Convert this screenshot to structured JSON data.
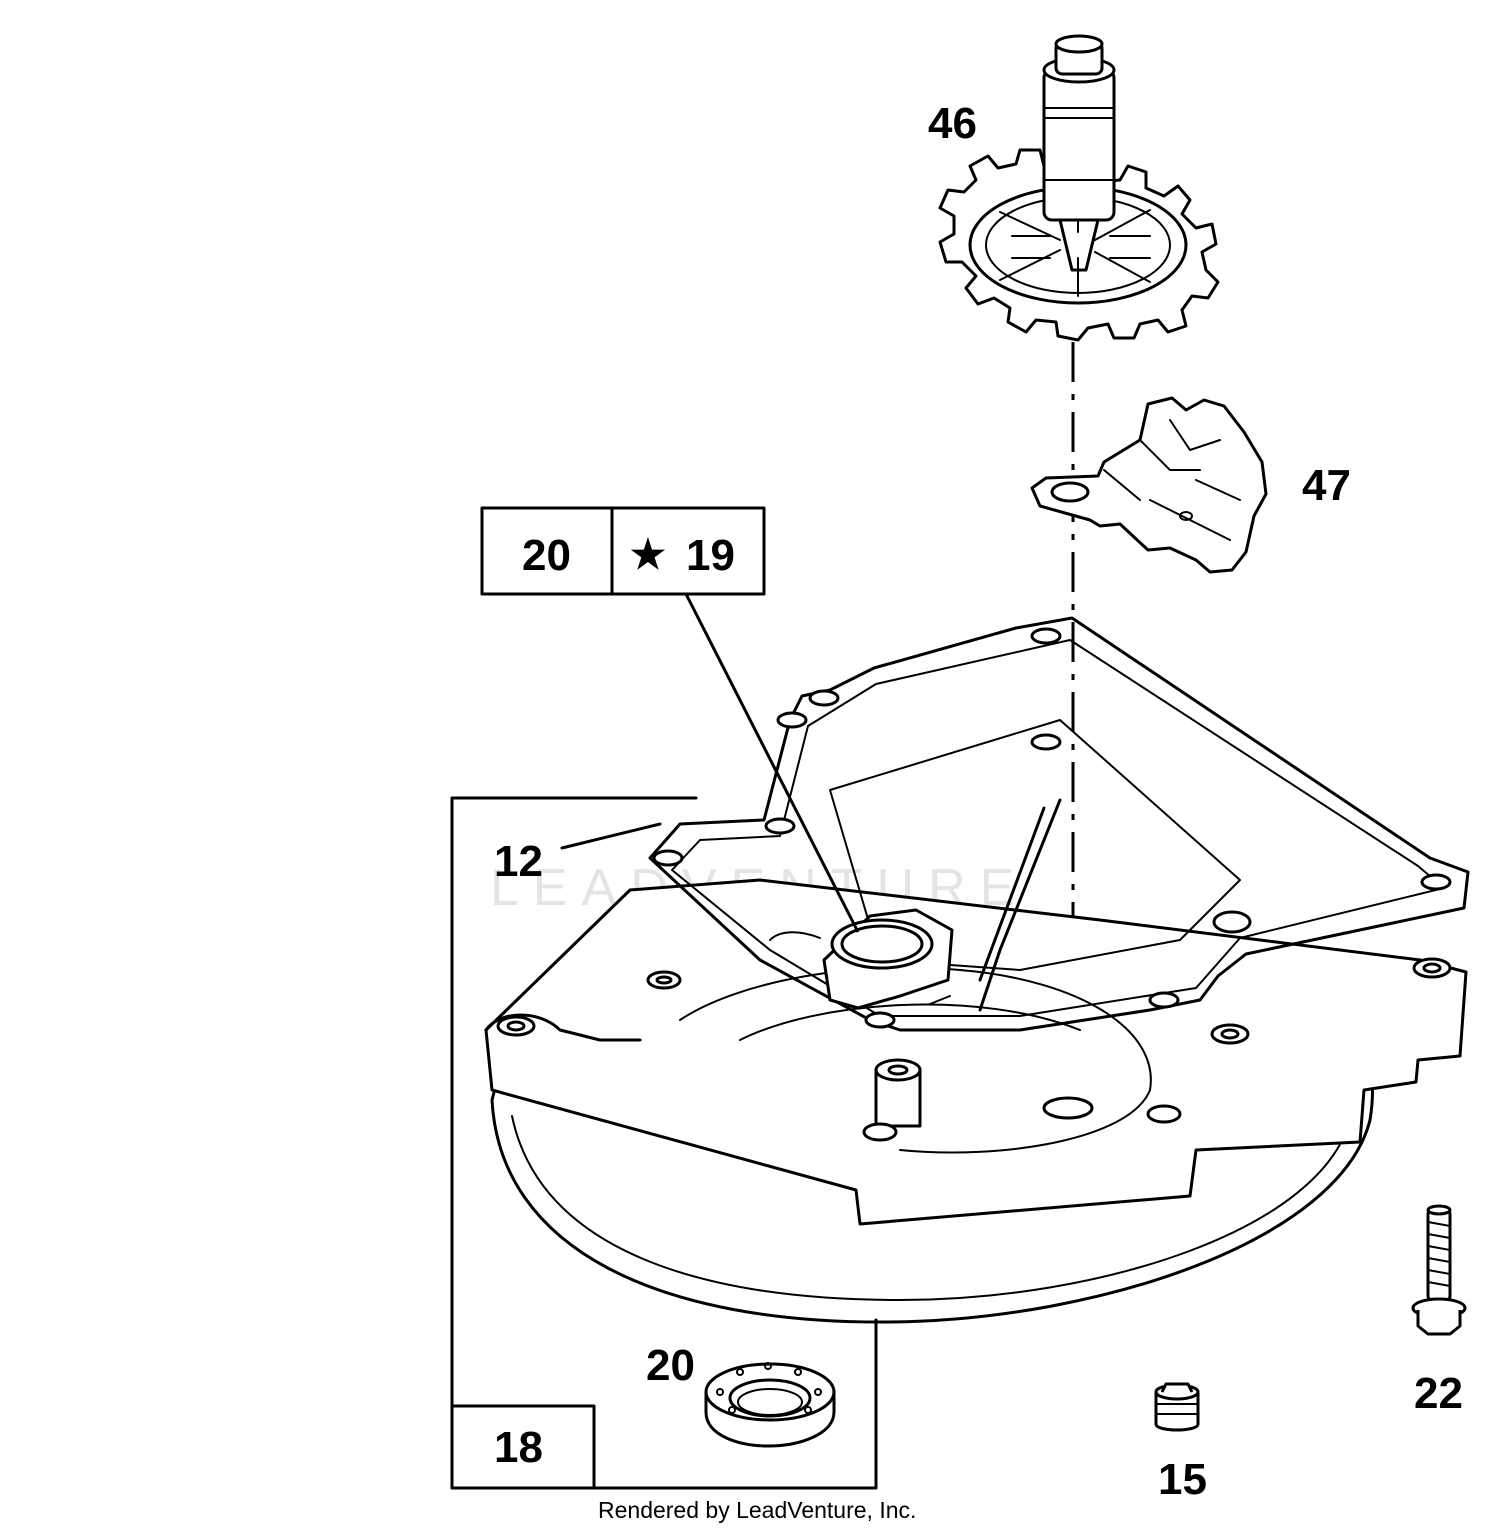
{
  "callouts": {
    "part_46": "46",
    "part_47": "47",
    "part_12": "12",
    "part_20_seal": "20",
    "part_22": "22",
    "part_15": "15"
  },
  "boxes": {
    "kit_20": "20",
    "kit_19_star": "★",
    "kit_19": "19",
    "kit_18": "18"
  },
  "watermark": "LEADVENTURE",
  "credit": "Rendered by LeadVenture, Inc."
}
